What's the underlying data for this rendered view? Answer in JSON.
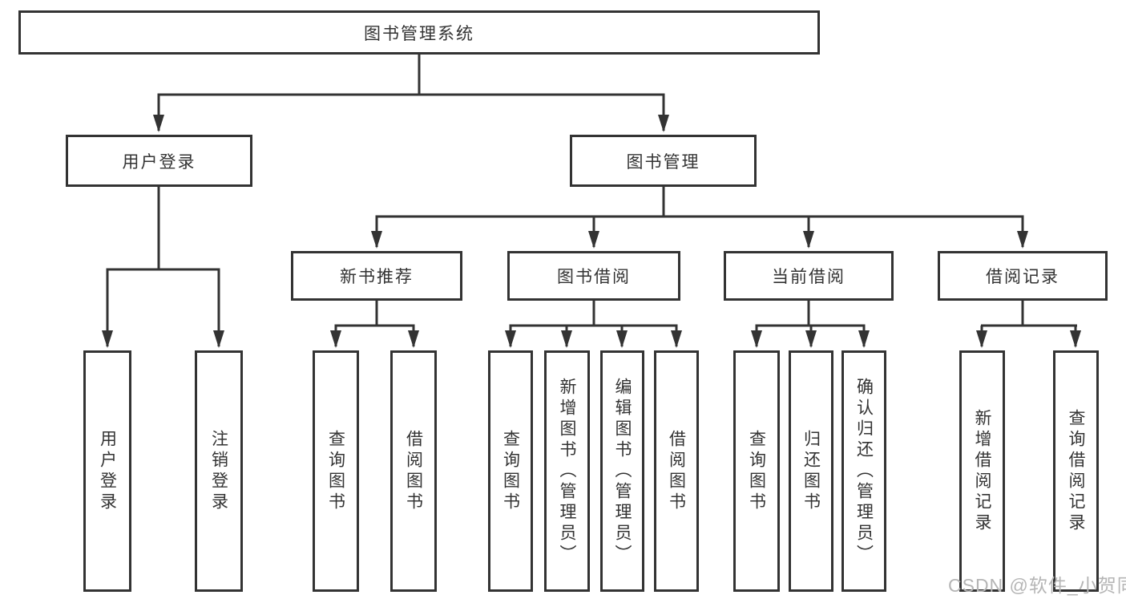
{
  "nodes": {
    "root": {
      "label": "图书管理系统"
    },
    "user_login": {
      "label": "用户登录"
    },
    "book_mgmt": {
      "label": "图书管理"
    },
    "new_book_rec": {
      "label": "新书推荐"
    },
    "book_borrow": {
      "label": "图书借阅"
    },
    "current_borrow": {
      "label": "当前借阅"
    },
    "borrow_record": {
      "label": "借阅记录"
    },
    "login_leaf": {
      "label": "用户登录"
    },
    "logout_leaf": {
      "label": "注销登录"
    },
    "rec_query": {
      "label": "查询图书"
    },
    "rec_borrow": {
      "label": "借阅图书"
    },
    "bb_query": {
      "label": "查询图书"
    },
    "bb_add": {
      "label": "新增图书（管理员）"
    },
    "bb_edit": {
      "label": "编辑图书（管理员）"
    },
    "bb_borrow": {
      "label": "借阅图书"
    },
    "cb_query": {
      "label": "查询图书"
    },
    "cb_return": {
      "label": "归还图书"
    },
    "cb_confirm": {
      "label": "确认归还（管理员）"
    },
    "br_add": {
      "label": "新增借阅记录"
    },
    "br_query": {
      "label": "查询借阅记录"
    }
  },
  "hierarchy": {
    "图书管理系统": {
      "用户登录": [
        "用户登录",
        "注销登录"
      ],
      "图书管理": {
        "新书推荐": [
          "查询图书",
          "借阅图书"
        ],
        "图书借阅": [
          "查询图书",
          "新增图书（管理员）",
          "编辑图书（管理员）",
          "借阅图书"
        ],
        "当前借阅": [
          "查询图书",
          "归还图书",
          "确认归还（管理员）"
        ],
        "借阅记录": [
          "新增借阅记录",
          "查询借阅记录"
        ]
      }
    }
  },
  "watermark": "CSDN @软件_小贺同学",
  "colors": {
    "line": "#333333",
    "box_border": "#333333",
    "text": "#333333",
    "watermark": "#b5b5b5",
    "background": "#ffffff"
  }
}
